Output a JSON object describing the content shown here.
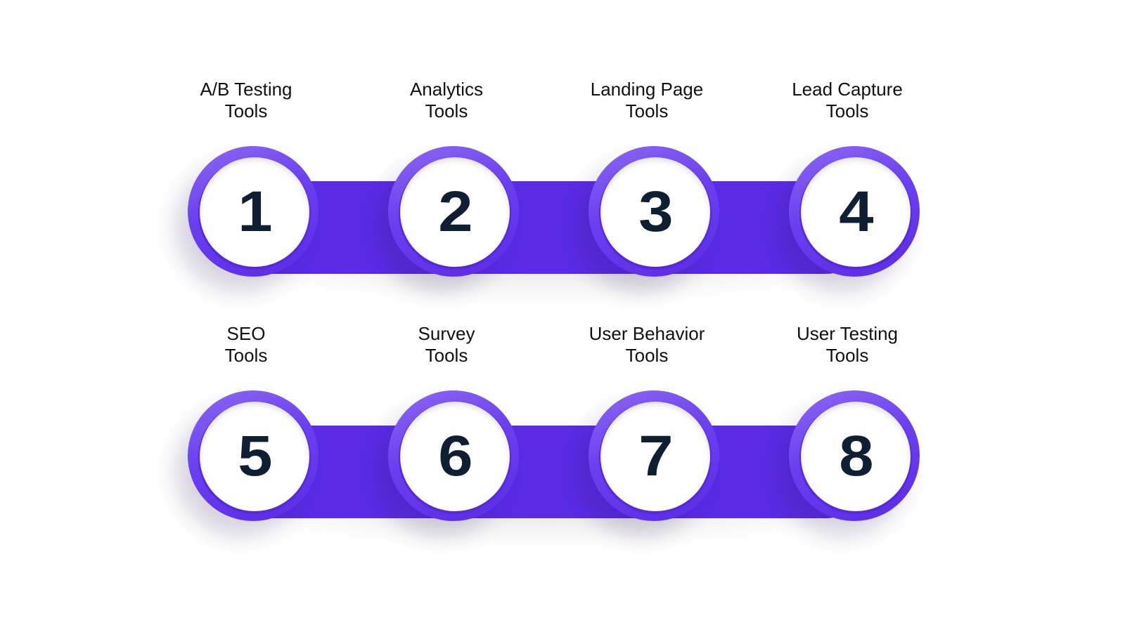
{
  "colors": {
    "background": "#ffffff",
    "accent": "#5b2be6",
    "accent_light": "#8d69f3",
    "number": "#0f1f33",
    "label": "#111111"
  },
  "rows": [
    {
      "steps": [
        {
          "number": "1",
          "label_line1": "A/B Testing",
          "label_line2": "Tools"
        },
        {
          "number": "2",
          "label_line1": "Analytics",
          "label_line2": "Tools"
        },
        {
          "number": "3",
          "label_line1": "Landing Page",
          "label_line2": "Tools"
        },
        {
          "number": "4",
          "label_line1": "Lead Capture",
          "label_line2": "Tools"
        }
      ]
    },
    {
      "steps": [
        {
          "number": "5",
          "label_line1": "SEO",
          "label_line2": "Tools"
        },
        {
          "number": "6",
          "label_line1": "Survey",
          "label_line2": "Tools"
        },
        {
          "number": "7",
          "label_line1": "User Behavior",
          "label_line2": "Tools"
        },
        {
          "number": "8",
          "label_line1": "User Testing",
          "label_line2": "Tools"
        }
      ]
    }
  ]
}
